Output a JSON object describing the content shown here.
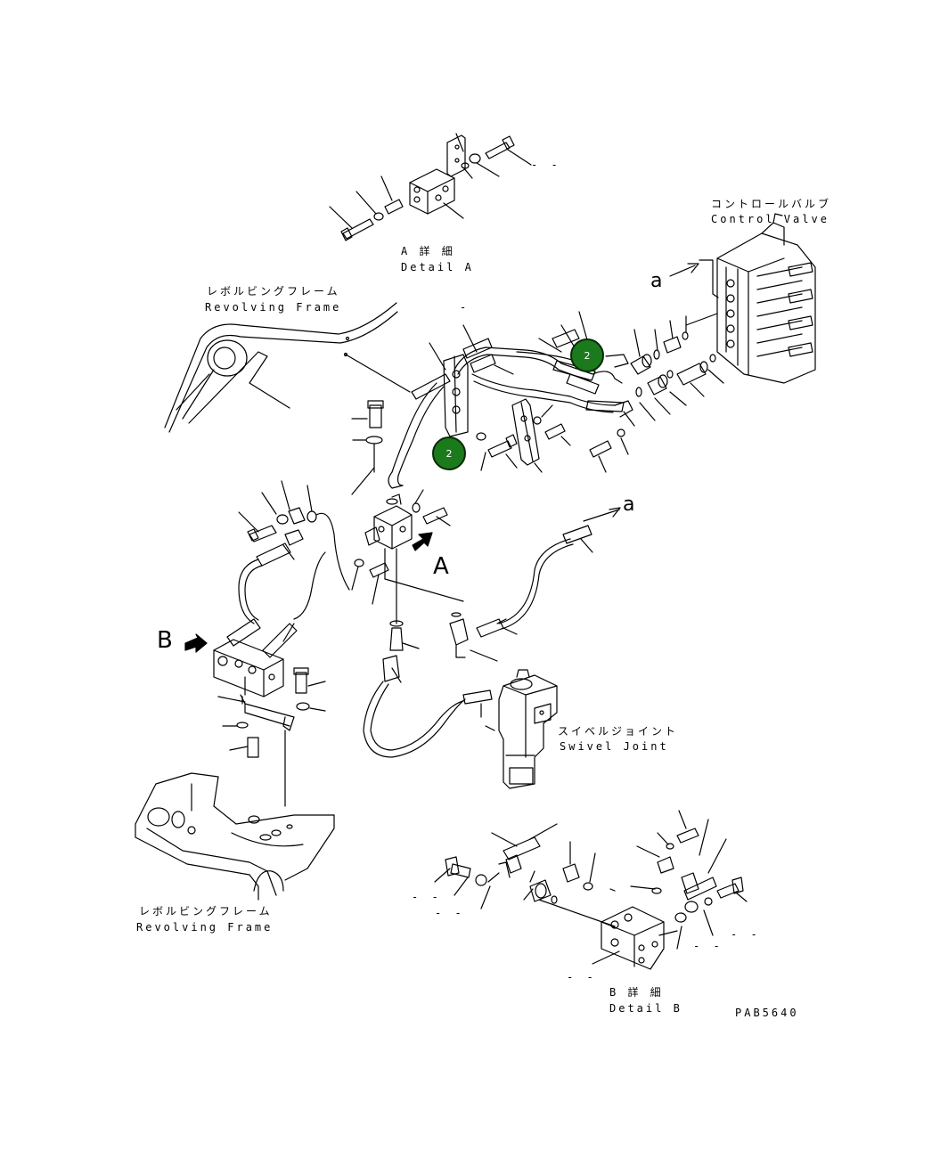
{
  "labels": {
    "detail_a_jp": "A 詳 細",
    "detail_a_en": "Detail A",
    "control_valve_jp": "コントロールバルブ",
    "control_valve_en": "Control Valve",
    "revolving_frame_top_jp": "レボルビングフレーム",
    "revolving_frame_top_en": "Revolving Frame",
    "swivel_joint_jp": "スイベルジョイント",
    "swivel_joint_en": "Swivel Joint",
    "revolving_frame_bottom_jp": "レボルビングフレーム",
    "revolving_frame_bottom_en": "Revolving Frame",
    "detail_b_jp": "B 詳 細",
    "detail_b_en": "Detail B",
    "drawing_code": "PAB5640"
  },
  "markers": {
    "a_top": "a",
    "a_right": "a",
    "A": "A",
    "B": "B"
  },
  "callouts": [
    {
      "number": "2"
    },
    {
      "number": "2"
    }
  ],
  "dashes": {
    "d1": "- -",
    "d2": "-",
    "d3": "- -",
    "d4": "- -",
    "d5": "- -",
    "d6": "- -",
    "d7": "- -"
  },
  "colors": {
    "line": "#000000",
    "callout_fill": "#1b7a1b"
  }
}
